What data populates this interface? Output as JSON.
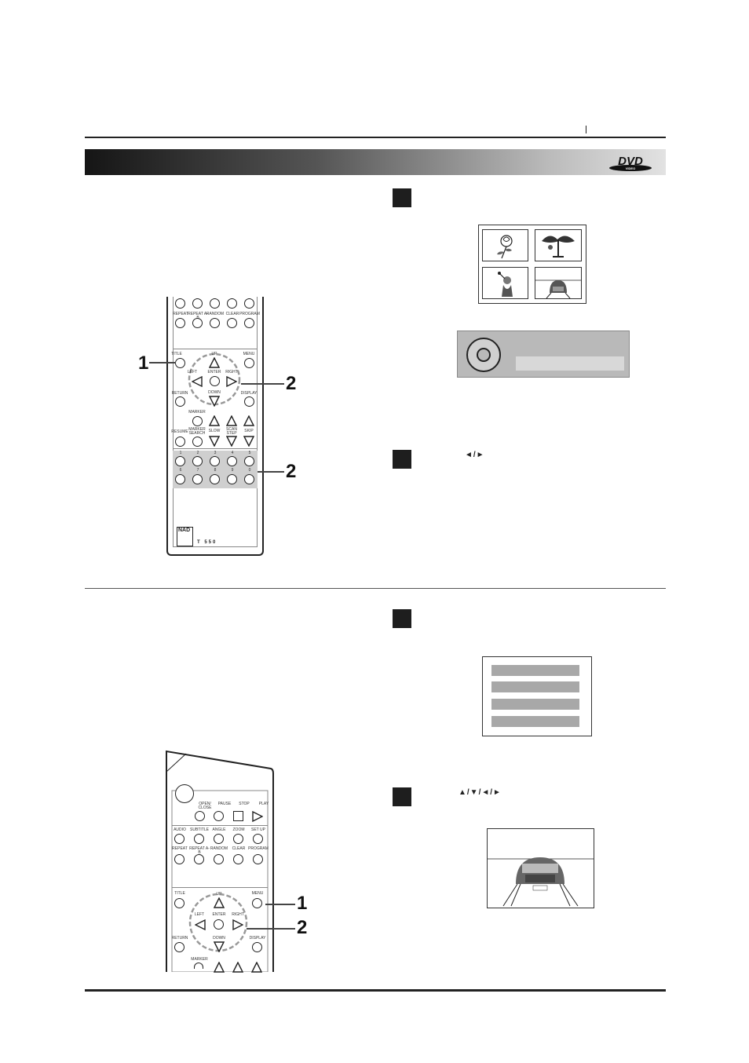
{
  "header": {
    "banner_logo": "dvd-video-logo",
    "logo_text": "DVD",
    "logo_subtext": "VIDEO"
  },
  "title_section": {
    "remote": {
      "model_brand": "NAD",
      "model_number": "T 550",
      "row1_labels": [
        "REPEAT",
        "REPEAT A-B",
        "RANDOM",
        "CLEAR",
        "PROGRAM"
      ],
      "nav_labels": {
        "title": "TITLE",
        "menu": "MENU",
        "up": "UP",
        "left": "LEFT",
        "enter": "ENTER",
        "right": "RIGHT",
        "down": "DOWN",
        "return": "RETURN",
        "display": "DISPLAY"
      },
      "lower_labels": {
        "marker": "MARKER",
        "resume": "RESUME",
        "marker_search": "MARKER SEARCH",
        "slow": "SLOW",
        "scan_step": "SCAN STEP",
        "skip": "SKIP"
      },
      "numbers_row1": [
        "1",
        "2",
        "3",
        "4",
        "5"
      ],
      "numbers_row2": [
        "6",
        "7",
        "8",
        "9",
        "0"
      ]
    },
    "callouts": {
      "title_button": "1",
      "nav_ring": "2",
      "number_keys": "2"
    },
    "step2_arrows": "◄/►"
  },
  "menu_section": {
    "remote": {
      "row0_labels": [
        "OPEN/ CLOSE",
        "PAUSE",
        "STOP",
        "PLAY"
      ],
      "row1_labels": [
        "AUDIO",
        "SUBTITLE",
        "ANGLE",
        "ZOOM",
        "SET UP"
      ],
      "row2_labels": [
        "REPEAT",
        "REPEAT A-B",
        "RANDOM",
        "CLEAR",
        "PROGRAM"
      ],
      "nav_labels": {
        "title": "TITLE",
        "menu": "MENU",
        "up": "UP",
        "left": "LEFT",
        "enter": "ENTER",
        "right": "RIGHT",
        "down": "DOWN",
        "return": "RETURN",
        "display": "DISPLAY"
      },
      "marker": "MARKER"
    },
    "callouts": {
      "menu_button": "1",
      "nav_ring": "2"
    },
    "step2_arrows": "▲/▼/◄/►"
  }
}
